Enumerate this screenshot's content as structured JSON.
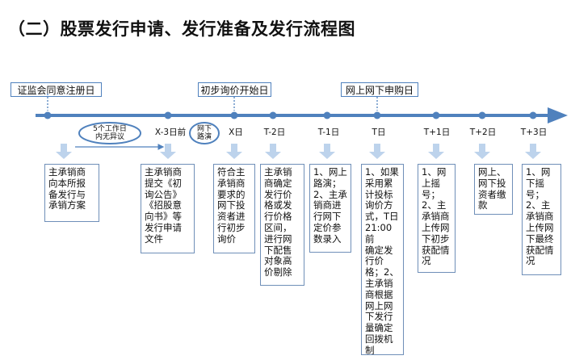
{
  "title": "（二）股票发行申请、发行准备及发行流程图",
  "milestones": [
    "证监会同意注册日",
    "初步询价开始日",
    "网上网下申购日"
  ],
  "oval_notes": {
    "working_days": "5个工作日\n内无异议",
    "roadshow": "网下\n路演"
  },
  "dates": [
    "X-3日前",
    "X日",
    "T-2日",
    "T-1日",
    "T日",
    "T+1日",
    "T+2日",
    "T+3日"
  ],
  "steps": [
    "主承销商\n向本所报\n备发行与\n承销方案",
    "主承销商\n提交《初\n询公告》\n《招股意\n向书》等\n发行申请\n文件",
    "符合主\n承销商\n要求的\n网下投\n资者进\n行初步\n询价",
    "主承销\n商确定\n发行价\n格或发\n行价格\n区间，\n进行网\n下配售\n对象高\n价剔除",
    "1、网上\n路演；\n2、主承\n销商进\n行网下\n定价参\n数录入",
    "1、如果\n采用累\n计投标\n询价方\n式，T日\n21:00前\n确定发\n行价\n格；2、\n主承销\n商根据\n网上网\n下发行\n量确定\n回拨机\n制",
    "1、网\n上摇\n号；\n2、主\n承销商\n上传网\n下初步\n获配情\n况",
    "网上、\n网下投\n资者缴\n款",
    "1、网\n下摇\n号；\n2、主\n承销商\n上传网\n下最终\n获配情\n况"
  ],
  "colors": {
    "timeline": "#4f81bd",
    "dot": "#4f81bd",
    "arrow": "#bdd3ec",
    "box_border": "#6f8fb8"
  }
}
